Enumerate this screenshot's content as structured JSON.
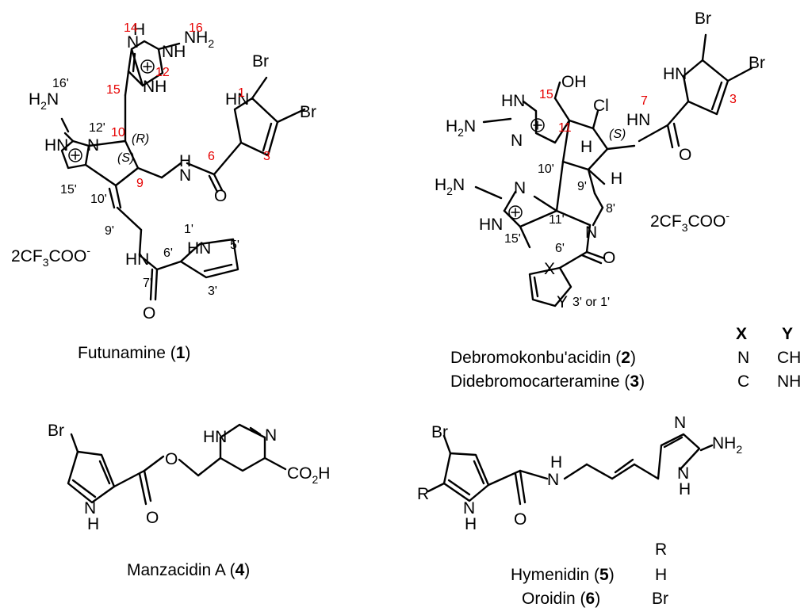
{
  "compounds": {
    "c1": {
      "name": "Futunamine (",
      "num": "1",
      "close": ")"
    },
    "c2": {
      "name": "Debromokonbu'acidin  (",
      "num": "2",
      "close": ")"
    },
    "c3": {
      "name": "Didebromocarteramine (",
      "num": "3",
      "close": ")"
    },
    "c4": {
      "name": "Manzacidin A (",
      "num": "4",
      "close": ")"
    },
    "c5": {
      "name": "Hymenidin (",
      "num": "5",
      "close": ")"
    },
    "c6": {
      "name": "Oroidin (",
      "num": "6",
      "close": ")"
    }
  },
  "table_xy": {
    "header_x": "X",
    "header_y": "Y",
    "row2": {
      "x": "N",
      "y": "CH"
    },
    "row3": {
      "x": "C",
      "y": "NH"
    }
  },
  "table_r": {
    "header": "R",
    "row5": "H",
    "row6": "Br"
  },
  "salt": {
    "prefix": "2CF",
    "sub": "3",
    "mid": "COO",
    "sup": "-"
  },
  "note_3or1": "3' or 1'"
}
